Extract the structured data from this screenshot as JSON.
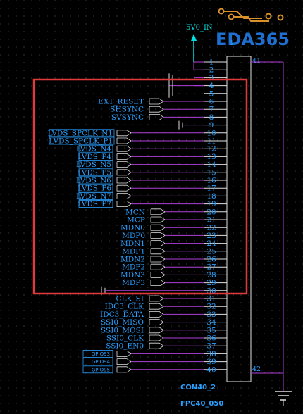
{
  "logo": {
    "text": "EDA365",
    "color": "#1f6fd0",
    "pad_color": "#d9912a"
  },
  "power": {
    "label": "5V0_IN",
    "color": "#00e0e0"
  },
  "connector": {
    "header_pin": "1",
    "top_right_pin": "41",
    "bottom_right_pin": "42",
    "ref": "CON40_2",
    "footprint": "FPC40_050",
    "pins": [
      "1",
      "2",
      "3",
      "4",
      "5",
      "6",
      "7",
      "8",
      "9",
      "10",
      "11",
      "12",
      "13",
      "14",
      "15",
      "16",
      "17",
      "18",
      "19",
      "20",
      "21",
      "22",
      "23",
      "24",
      "25",
      "26",
      "27",
      "28",
      "29",
      "30",
      "31",
      "32",
      "33",
      "34",
      "35",
      "36",
      "37",
      "38",
      "39",
      "40"
    ]
  },
  "nets": {
    "group1": [
      "EXT_RESET",
      "SHSYNC",
      "SVSYNC"
    ],
    "group2_boxed": [
      "LVDS_SPCLK_N1",
      "LVDS_SPCLK_P1"
    ],
    "group2": [
      "LVDS_N4",
      "LVDS_P4",
      "LVDS_N5",
      "LVDS_P5",
      "LVDS_N6",
      "LVDS_P6",
      "LVDS_N7",
      "LVDS_P7"
    ],
    "group3": [
      "MCN",
      "MCP",
      "MDN0",
      "MDP0",
      "MDN1",
      "MDP1",
      "MDN2",
      "MDP2",
      "MDN3",
      "MDP3"
    ],
    "group4": [
      "CLK_SI",
      "IDC3_CLK",
      "IDC3_DATA",
      "SSI0_MISO",
      "SSI0_MOSI",
      "SSI0_CLK",
      "SSI0_EN0"
    ],
    "gpio": [
      "GPIO93",
      "GPIO94",
      "GPIO95"
    ]
  },
  "colors": {
    "wire": "#b040d8",
    "pin_wire": "#e0e0e0",
    "text": "#2aa0ff",
    "highlight": "#e03a3a",
    "grid": "#4a4a4a"
  }
}
